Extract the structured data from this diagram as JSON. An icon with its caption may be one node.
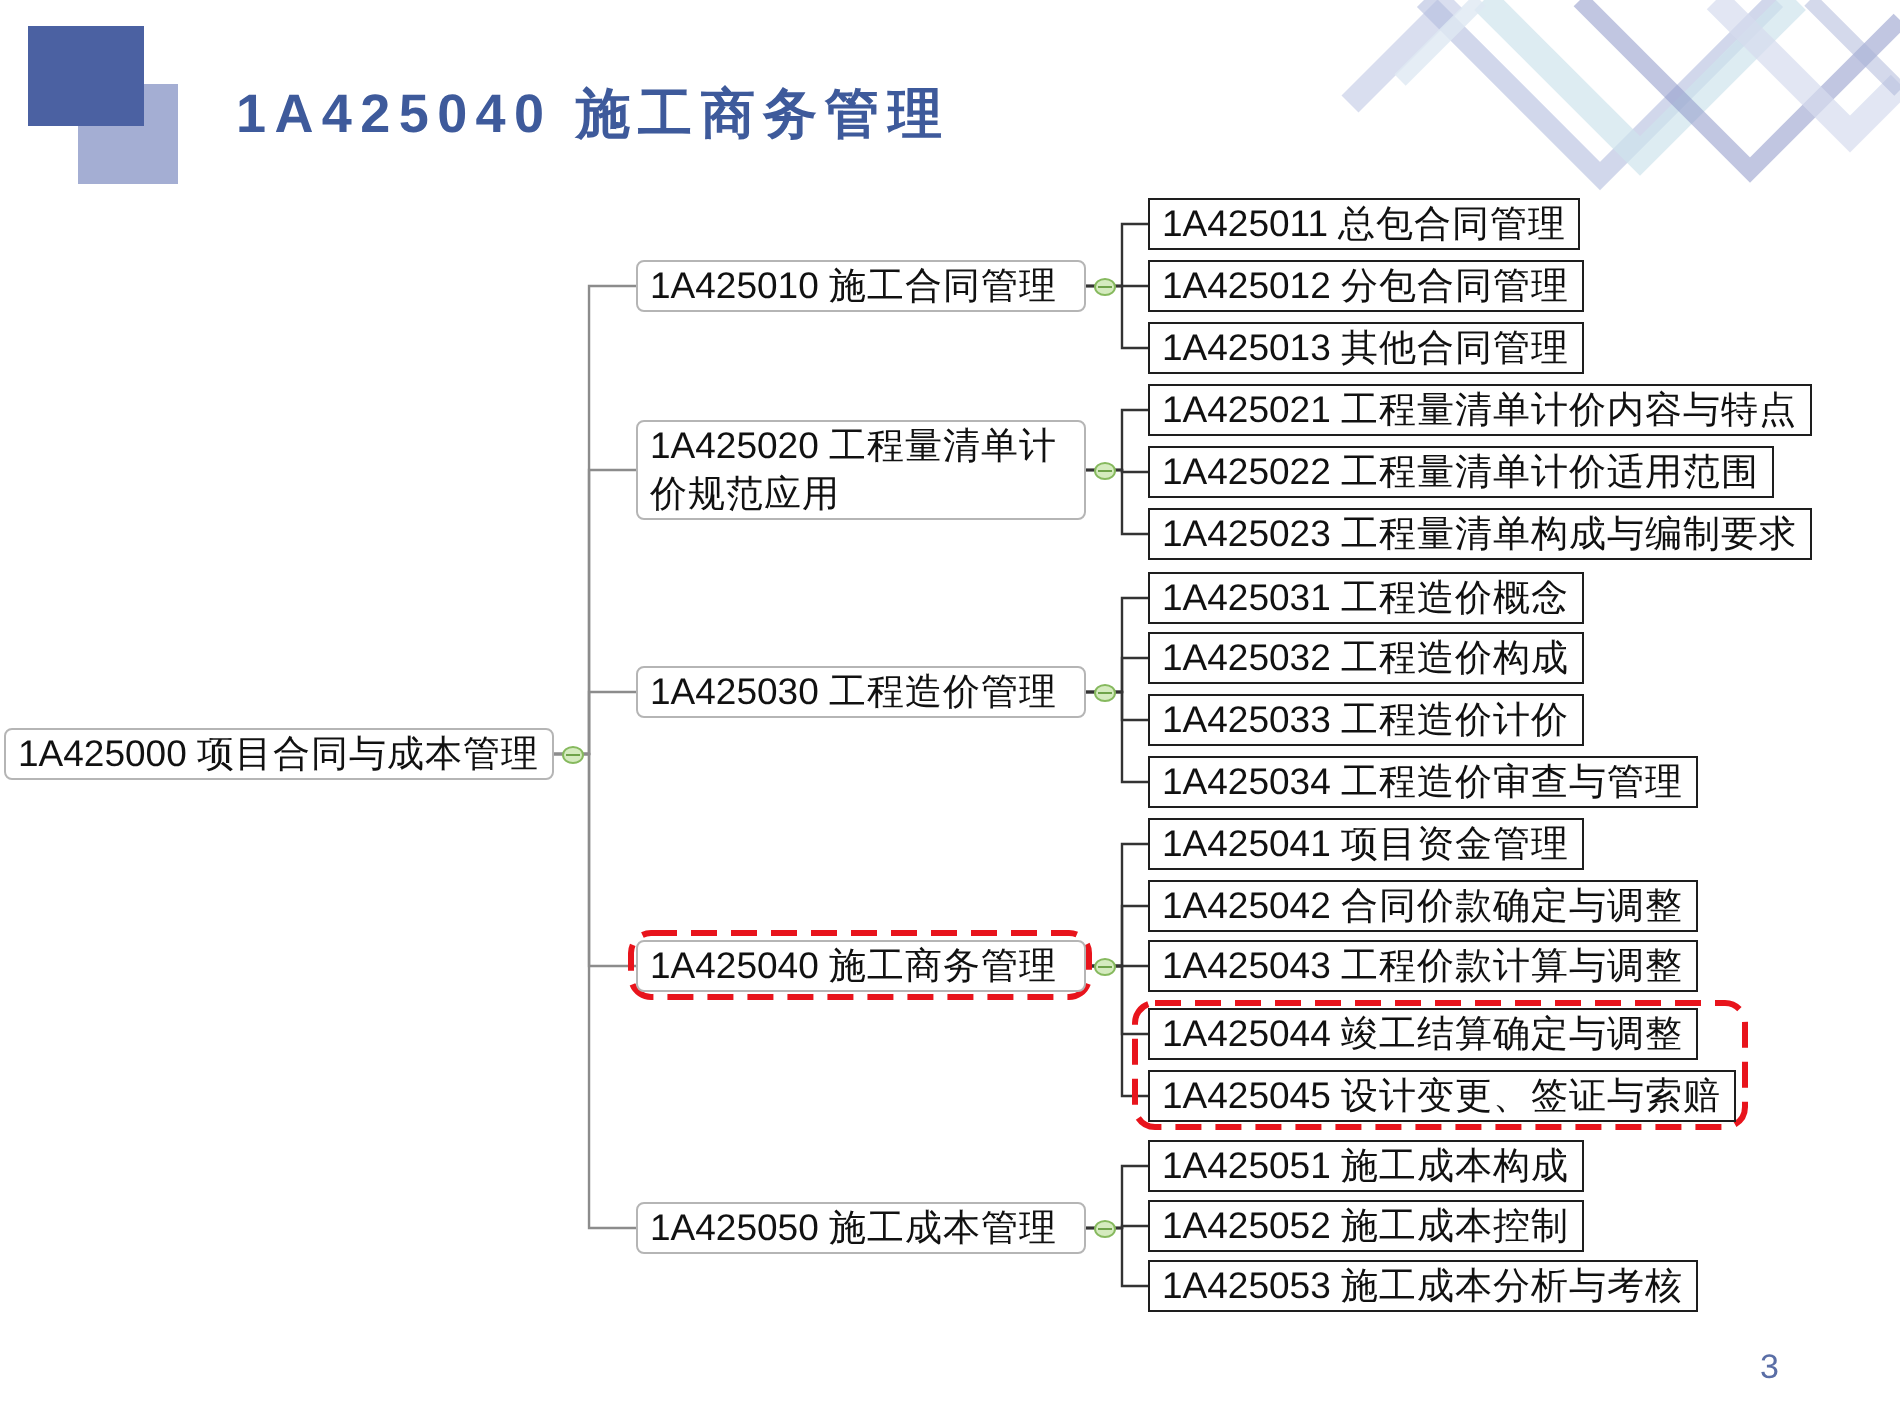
{
  "diagram": {
    "title": "1A425040 施工商务管理",
    "nodes": [
      {
        "text": [
          "1A425000 项目合同与成本管理"
        ]
      },
      {
        "text": [
          "1A425010 施工合同管理"
        ]
      },
      {
        "text": [
          "1A425011 总包合同管理"
        ]
      },
      {
        "text": [
          "1A425012 分包合同管理"
        ]
      },
      {
        "text": [
          "1A425013 其他合同管理"
        ]
      },
      {
        "text": [
          "1A425020 工程量清单计价规范应用"
        ]
      },
      {
        "text": [
          "1A425021 工程量清单计价内容与特点"
        ]
      },
      {
        "text": [
          "1A425022 工程量清单计价适用范围"
        ]
      },
      {
        "text": [
          "1A425023 工程量清单构成与编制要求"
        ]
      },
      {
        "text": [
          "1A425030 工程造价管理"
        ]
      },
      {
        "text": [
          "1A425031 工程造价概念"
        ]
      },
      {
        "text": [
          "1A425032 工程造价构成"
        ]
      },
      {
        "text": [
          "1A425033 工程造价计价"
        ]
      },
      {
        "text": [
          "1A425034 工程造价审查与管理"
        ]
      },
      {
        "text": [],
        "shape": "box"
      },
      {
        "text": [
          "1A425040 施工商务管理"
        ],
        "in": 14
      },
      {
        "text": [
          "1A425041 项目资金管理"
        ]
      },
      {
        "text": [
          "1A425042 合同价款确定与调整"
        ]
      },
      {
        "text": [
          "1A425043 工程价款计算与调整"
        ]
      },
      {
        "text": [],
        "shape": "box"
      },
      {
        "text": [
          "1A425044 竣工结算确定与调整"
        ],
        "in": 19
      },
      {
        "text": [
          "1A425045 设计变更、签证与索赔"
        ],
        "in": 19
      },
      {
        "text": [
          "1A425050 施工成本管理"
        ]
      },
      {
        "text": [
          "1A425051 施工成本构成"
        ]
      },
      {
        "text": [
          "1A425052 施工成本控制"
        ]
      },
      {
        "text": [
          "1A425053 施工成本分析与考核"
        ]
      }
    ],
    "edges": [
      {
        "from": 0,
        "to": 1,
        "arrow": "none",
        "color": "#8c8c8c"
      },
      {
        "from": 0,
        "to": 5,
        "arrow": "none",
        "color": "#8c8c8c"
      },
      {
        "from": 0,
        "to": 9,
        "arrow": "none",
        "color": "#8c8c8c"
      },
      {
        "from": 0,
        "to": 15,
        "arrow": "none",
        "color": "#8c8c8c"
      },
      {
        "from": 0,
        "to": 22,
        "arrow": "none",
        "color": "#8c8c8c"
      },
      {
        "from": 1,
        "to": 2,
        "arrow": "none"
      },
      {
        "from": 1,
        "to": 3,
        "arrow": "none"
      },
      {
        "from": 1,
        "to": 4,
        "arrow": "none"
      },
      {
        "from": 5,
        "to": 6,
        "arrow": "none"
      },
      {
        "from": 5,
        "to": 7,
        "arrow": "none"
      },
      {
        "from": 5,
        "to": 8,
        "arrow": "none"
      },
      {
        "from": 9,
        "to": 10,
        "arrow": "none"
      },
      {
        "from": 9,
        "to": 11,
        "arrow": "none"
      },
      {
        "from": 9,
        "to": 12,
        "arrow": "none"
      },
      {
        "from": 9,
        "to": 13,
        "arrow": "none"
      },
      {
        "from": 15,
        "to": 16,
        "arrow": "none"
      },
      {
        "from": 15,
        "to": 17,
        "arrow": "none"
      },
      {
        "from": 15,
        "to": 18,
        "arrow": "none"
      },
      {
        "from": 15,
        "to": 20,
        "arrow": "none"
      },
      {
        "from": 15,
        "to": 21,
        "arrow": "none"
      },
      {
        "from": 22,
        "to": 23,
        "arrow": "none"
      },
      {
        "from": 22,
        "to": 24,
        "arrow": "none"
      },
      {
        "from": 22,
        "to": 25,
        "arrow": "none"
      }
    ],
    "labels": [
      "3"
    ]
  }
}
